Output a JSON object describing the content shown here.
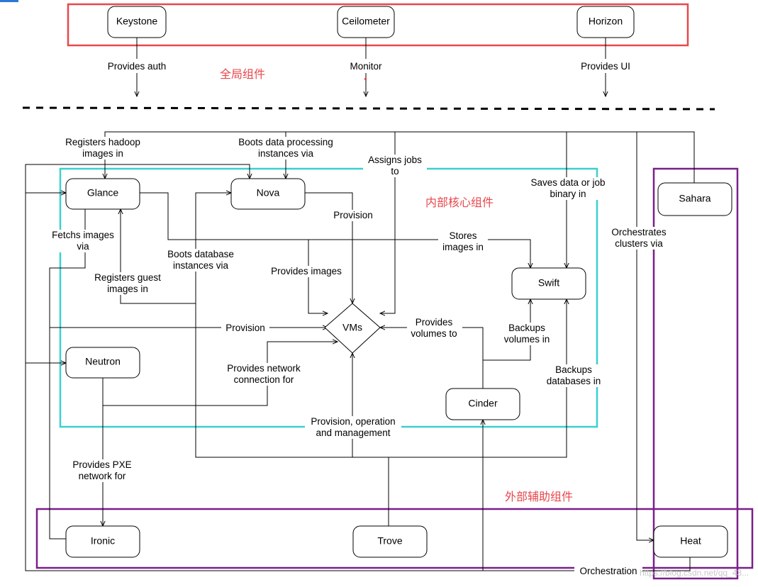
{
  "colors": {
    "global_box": "#e8474c",
    "core_box": "#3ccfd0",
    "external_box": "#7a1f8a",
    "chinese_label": "#e8474c",
    "link_blue": "#2b78d6"
  },
  "annotations": {
    "global": "全局组件",
    "core": "内部核心组件",
    "external": "外部辅助组件"
  },
  "nodes": {
    "keystone": "Keystone",
    "ceilometer": "Ceilometer",
    "horizon": "Horizon",
    "glance": "Glance",
    "nova": "Nova",
    "sahara": "Sahara",
    "swift": "Swift",
    "vms": "VMs",
    "neutron": "Neutron",
    "cinder": "Cinder",
    "ironic": "Ironic",
    "trove": "Trove",
    "heat": "Heat"
  },
  "edge_labels": {
    "provides_auth": "Provides auth",
    "monitor": "Monitor",
    "provides_ui": "Provides UI",
    "registers_hadoop_1": "Registers hadoop",
    "registers_hadoop_2": "images in",
    "boots_data_1": "Boots data processing",
    "boots_data_2": "instances via",
    "assigns_jobs_1": "Assigns jobs",
    "assigns_jobs_2": "to",
    "saves_data_1": "Saves data or job",
    "saves_data_2": "binary in",
    "provision_nova": "Provision",
    "fetchs_images_1": "Fetchs images",
    "fetchs_images_2": "via",
    "stores_images_1": "Stores",
    "stores_images_2": "images in",
    "orchestrates_1": "Orchestrates",
    "orchestrates_2": "clusters via",
    "boots_db_1": "Boots database",
    "boots_db_2": "instances via",
    "provides_images": "Provides images",
    "registers_guest_1": "Registers guest",
    "registers_guest_2": "images in",
    "provision_left": "Provision",
    "provides_volumes_1": "Provides",
    "provides_volumes_2": "volumes to",
    "backups_volumes_1": "Backups",
    "backups_volumes_2": "volumes in",
    "provides_network_1": "Provides network",
    "provides_network_2": "connection for",
    "backups_db_1": "Backups",
    "backups_db_2": "databases in",
    "provision_op_1": "Provision, operation",
    "provision_op_2": "and management",
    "provides_pxe_1": "Provides PXE",
    "provides_pxe_2": "network for",
    "orchestration": "Orchestration"
  },
  "watermark": "https://blog.csdn.net/qq_43..."
}
